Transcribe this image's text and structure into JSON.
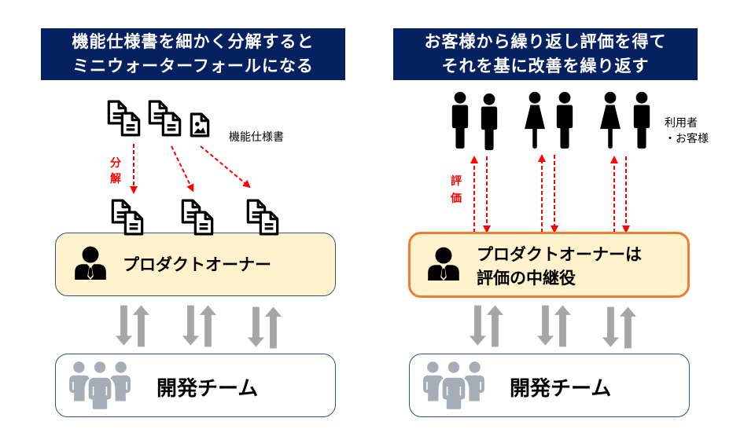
{
  "colors": {
    "title_bg": "#06215f",
    "title_text": "#ffffff",
    "po_fill": "#fff2cc",
    "po_border_left": "#2f528f",
    "po_border_right": "#ed7d31",
    "box_border": "#2f528f",
    "red_arrow": "#ff0000",
    "gray_arrow": "#a6a6a6",
    "team_icon": "#a5adb6"
  },
  "left": {
    "title_lines": [
      "機能仕様書を細かく分解すると",
      "ミニウォーターフォールになる"
    ],
    "spec_label": "機能仕様書",
    "decompose_label": [
      "分",
      "解"
    ],
    "product_owner_label": "プロダクトオーナー",
    "dev_team_label": "開発チーム",
    "icons": {
      "top": [
        "documents-icon",
        "documents-icon",
        "image-document-icon"
      ],
      "bottom": [
        "documents-icon",
        "documents-icon",
        "documents-icon"
      ]
    }
  },
  "right": {
    "title_lines": [
      "お客様から繰り返し評価を得て",
      "それを基に改善を繰り返す"
    ],
    "users_label_lines": [
      "利用者",
      "・お客様"
    ],
    "evaluation_label": [
      "評",
      "価"
    ],
    "product_owner_lines": [
      "プロダクトオーナーは",
      "評価の中継役"
    ],
    "dev_team_label": "開発チーム",
    "users": [
      "male",
      "male",
      "female",
      "male",
      "female",
      "male"
    ]
  }
}
